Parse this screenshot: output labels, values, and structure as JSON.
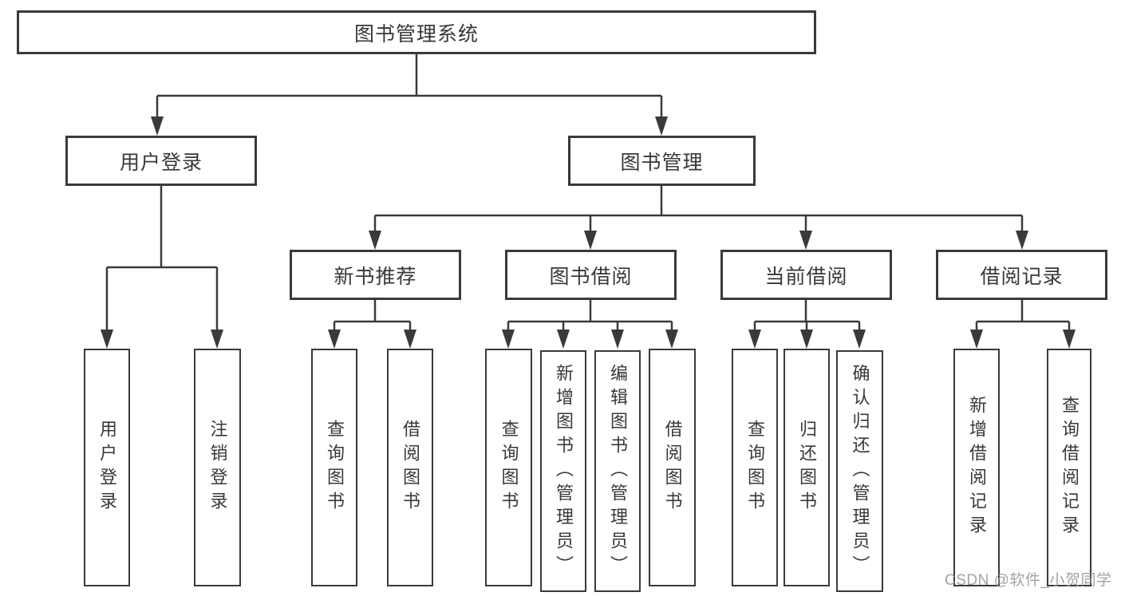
{
  "tree": {
    "root": {
      "label": "图书管理系统"
    },
    "branches": [
      {
        "label": "用户登录",
        "leaves": [
          "用户登录",
          "注销登录"
        ]
      },
      {
        "label": "图书管理",
        "groups": [
          {
            "label": "新书推荐",
            "leaves": [
              "查询图书",
              "借阅图书"
            ]
          },
          {
            "label": "图书借阅",
            "leaves": [
              "查询图书",
              "新增图书（管理员）",
              "编辑图书（管理员）",
              "借阅图书"
            ]
          },
          {
            "label": "当前借阅",
            "leaves": [
              "查询图书",
              "归还图书",
              "确认归还（管理员）"
            ]
          },
          {
            "label": "借阅记录",
            "leaves": [
              "新增借阅记录",
              "查询借阅记录"
            ]
          }
        ]
      }
    ]
  },
  "watermark": {
    "text": "CSDN @软件_小贺同学"
  },
  "colors": {
    "line": "#3a3a3a",
    "text": "#383838",
    "background": "#ffffff",
    "watermark": "#969696"
  }
}
